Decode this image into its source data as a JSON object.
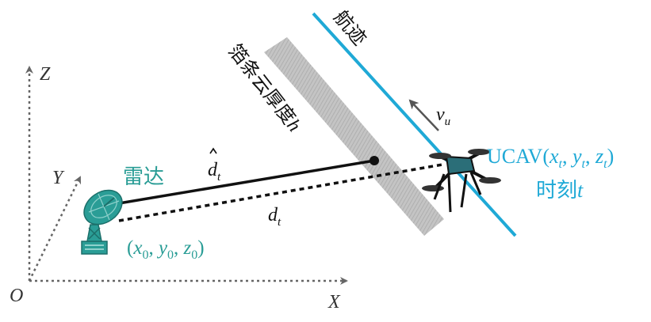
{
  "axes": {
    "origin": "O",
    "x": "X",
    "y": "Y",
    "z": "Z"
  },
  "radar": {
    "label": "雷达",
    "coords": {
      "open": "(",
      "x": "x",
      "x_sub": "0",
      "y": "y",
      "y_sub": "0",
      "z": "z",
      "z_sub": "0",
      "close": ")"
    }
  },
  "cloud": {
    "label": "箔条云厚度",
    "var": "h"
  },
  "track": {
    "label": "航迹"
  },
  "velocity": {
    "symbol": "v",
    "sub": "u"
  },
  "distance_hat": {
    "symbol": "d",
    "sub": "t"
  },
  "distance": {
    "symbol": "d",
    "sub": "t"
  },
  "ucav": {
    "name": "UCAV",
    "coords": {
      "open": "(",
      "x": "x",
      "x_sub": "t",
      "y": "y",
      "y_sub": "t",
      "z": "z",
      "z_sub": "t",
      "close": ")"
    },
    "time_label": "时刻",
    "time_var": "t"
  },
  "colors": {
    "teal": "#2a9d96",
    "cyan": "#1fa9d6",
    "cloud_gray": "#b9b9b9",
    "axis_gray": "#666666"
  }
}
